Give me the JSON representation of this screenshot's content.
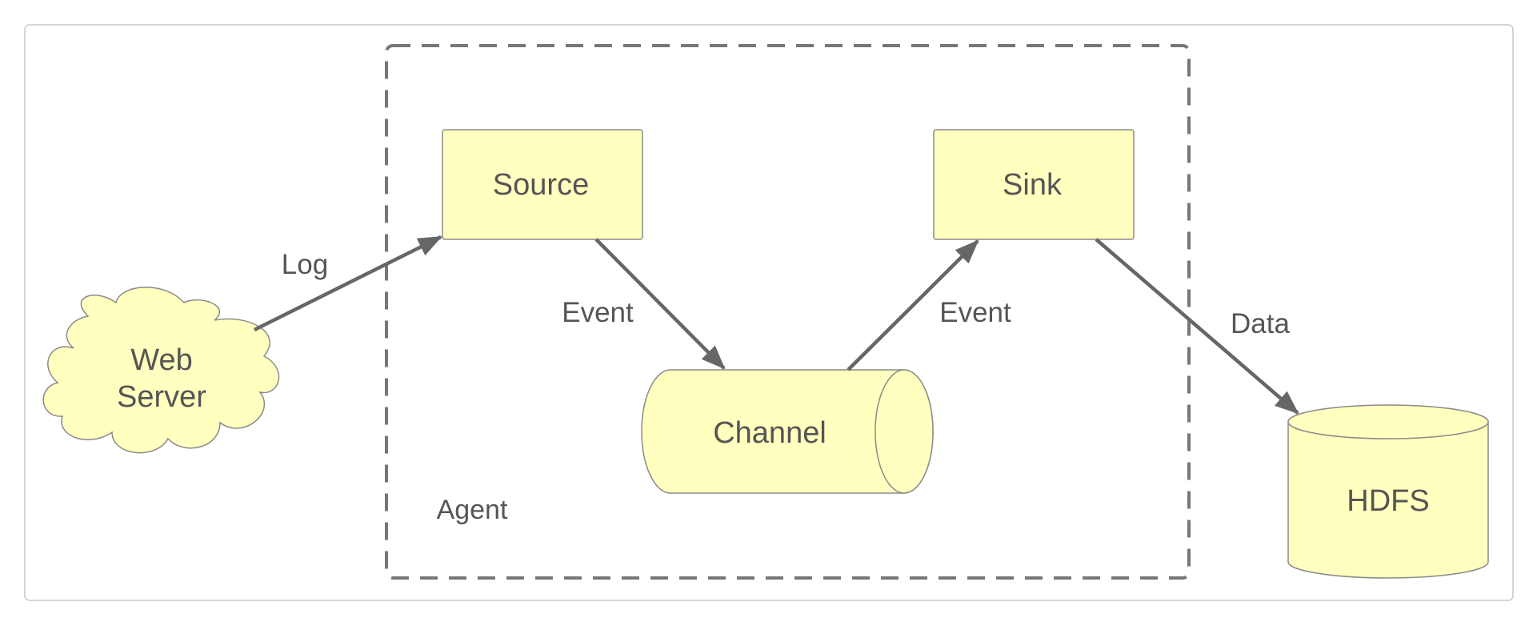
{
  "diagram": {
    "colors": {
      "node_fill": "#ffffbf",
      "node_stroke": "#8a8a8a",
      "arrow": "#666666",
      "text": "#555555",
      "frame": "#c8c8c8",
      "boundary": "#777777"
    },
    "nodes": {
      "web_server": {
        "line1": "Web",
        "line2": "Server"
      },
      "source": {
        "label": "Source"
      },
      "sink": {
        "label": "Sink"
      },
      "channel": {
        "label": "Channel"
      },
      "hdfs": {
        "label": "HDFS"
      }
    },
    "boundary": {
      "label": "Agent"
    },
    "edges": {
      "log": {
        "label": "Log"
      },
      "event_to_channel": {
        "label": "Event"
      },
      "event_to_sink": {
        "label": "Event"
      },
      "data": {
        "label": "Data"
      }
    }
  }
}
